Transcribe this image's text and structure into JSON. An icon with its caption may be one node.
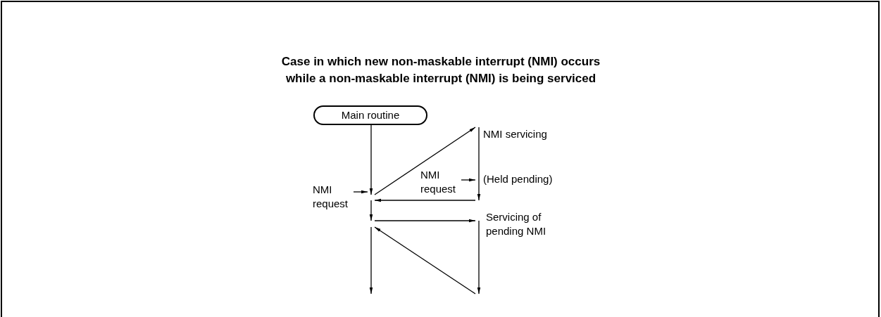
{
  "diagram": {
    "title": "Case in which new non-maskable interrupt (NMI) occurs while a non-maskable interrupt (NMI) is being serviced",
    "nodes": [
      {
        "text": [
          "Main routine"
        ]
      },
      {
        "text": [
          "NMI request"
        ]
      },
      {
        "text": [
          "NMI request"
        ]
      },
      {
        "text": [
          "NMI servicing"
        ]
      },
      {
        "text": [
          "(Held pending)"
        ]
      },
      {
        "text": [
          "Servicing of pending NMI"
        ]
      },
      {
        "text": [],
        "shape": "bar"
      },
      {
        "text": [],
        "shape": "bar"
      }
    ],
    "edges": [
      {
        "from": 1,
        "to": 6,
        "arrow": "to"
      },
      {
        "from": 2,
        "to": 7,
        "arrow": "to"
      },
      {
        "from": 6,
        "to": 7,
        "arrow": "to"
      },
      {
        "from": 7,
        "to": 6,
        "arrow": "to"
      },
      {
        "from": 6,
        "to": 7,
        "arrow": "to"
      },
      {
        "from": 7,
        "to": 6,
        "arrow": "to"
      }
    ]
  }
}
